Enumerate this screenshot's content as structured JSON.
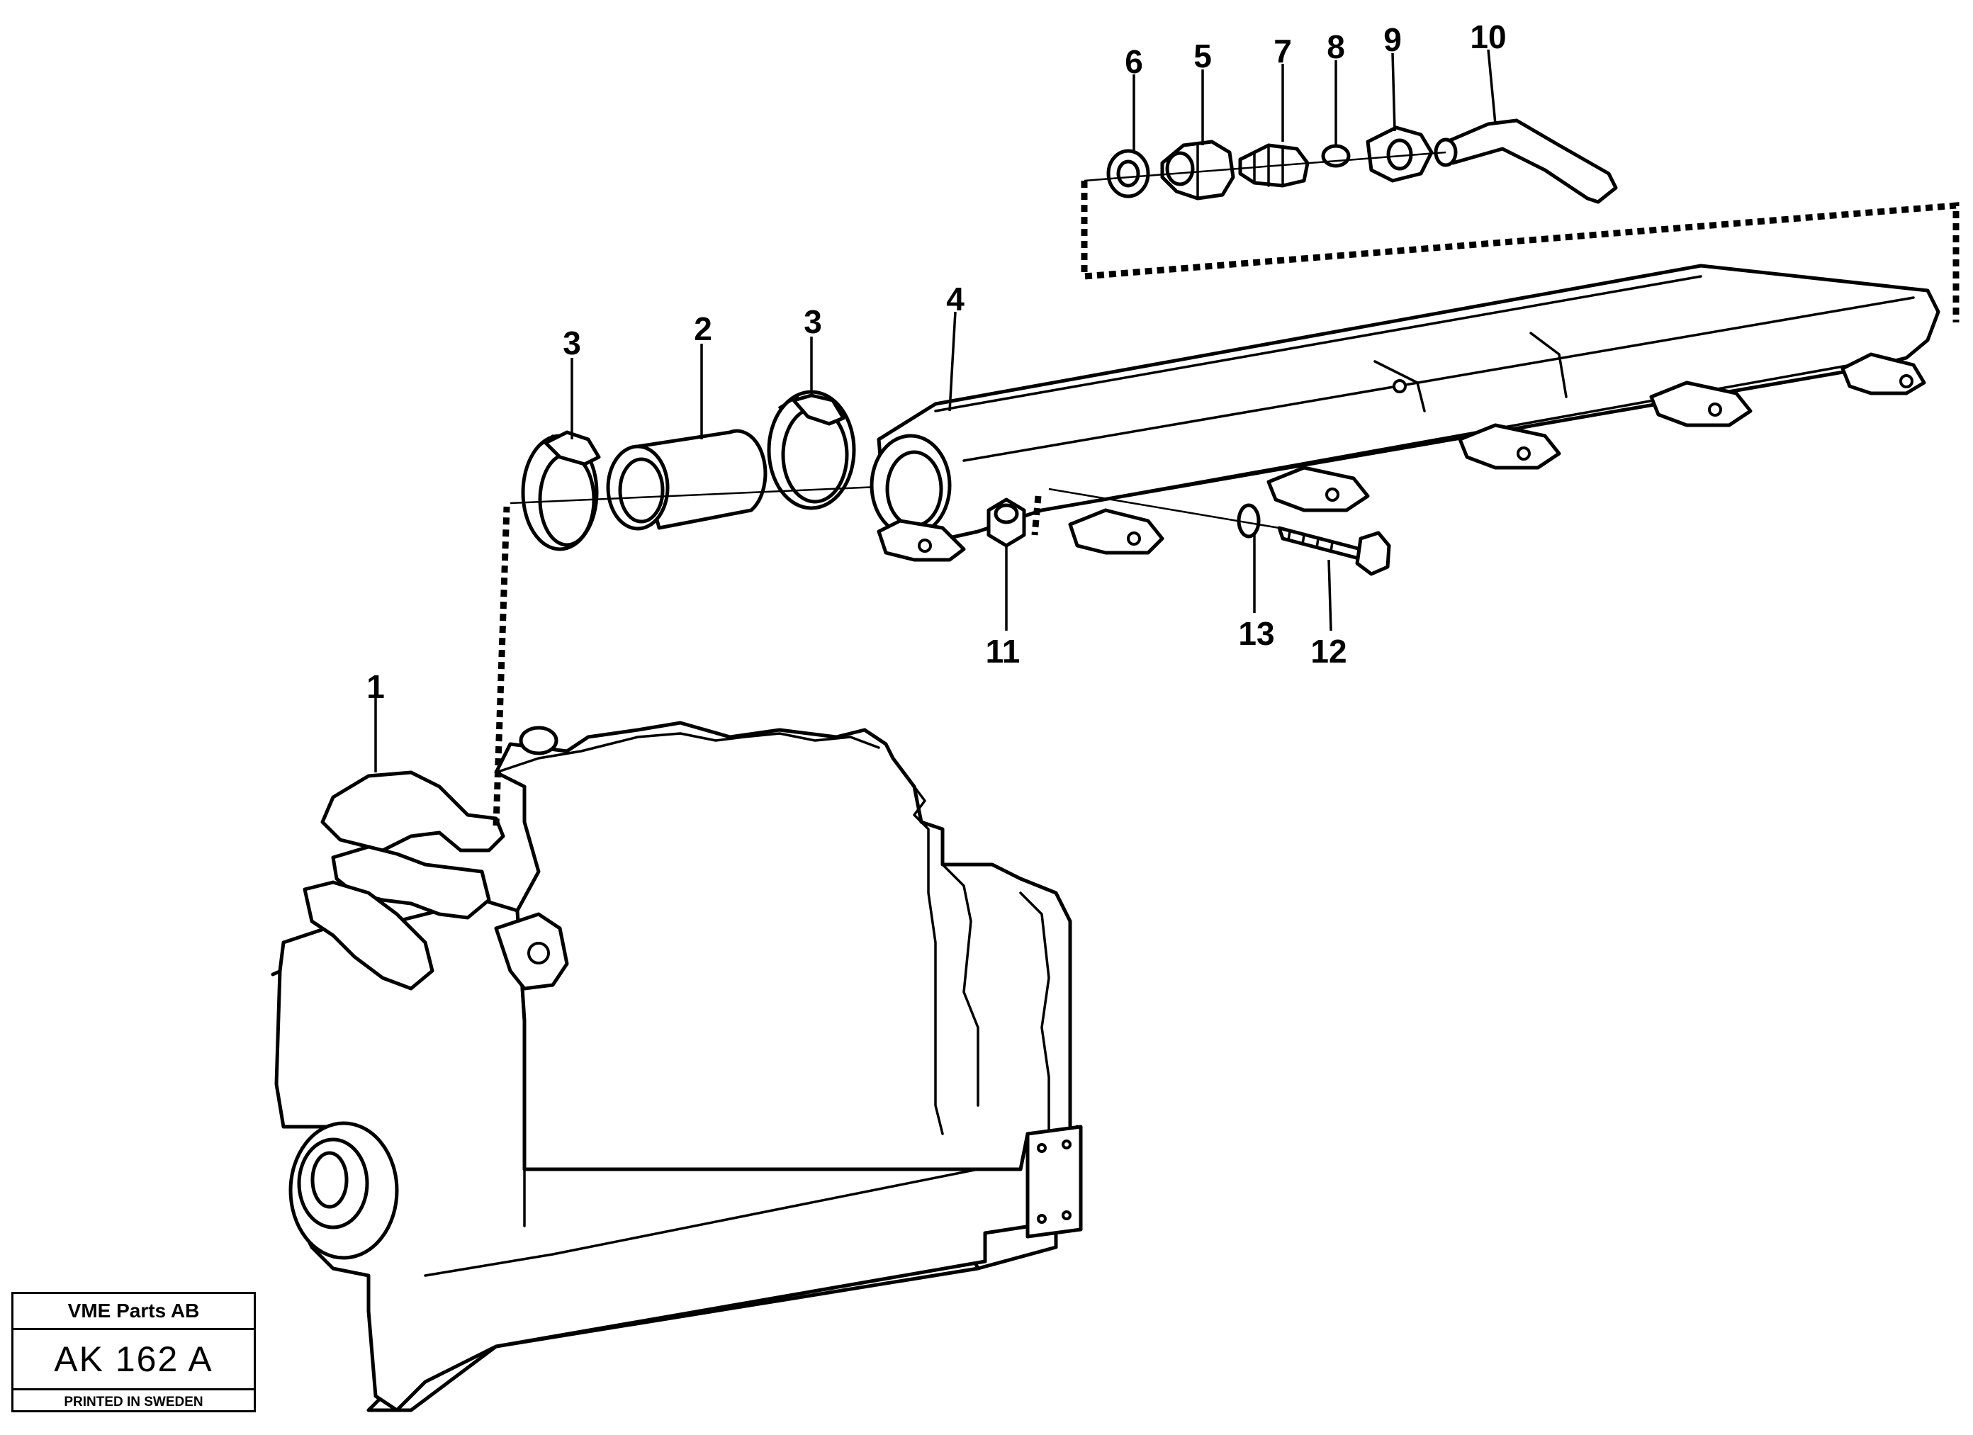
{
  "callouts": [
    {
      "id": "1",
      "label": "1"
    },
    {
      "id": "2",
      "label": "2"
    },
    {
      "id": "3a",
      "label": "3"
    },
    {
      "id": "3b",
      "label": "3"
    },
    {
      "id": "4",
      "label": "4"
    },
    {
      "id": "5",
      "label": "5"
    },
    {
      "id": "6",
      "label": "6"
    },
    {
      "id": "7",
      "label": "7"
    },
    {
      "id": "8",
      "label": "8"
    },
    {
      "id": "9",
      "label": "9"
    },
    {
      "id": "10",
      "label": "10"
    },
    {
      "id": "11",
      "label": "11"
    },
    {
      "id": "12",
      "label": "12"
    },
    {
      "id": "13",
      "label": "13"
    }
  ],
  "stamp": {
    "company": "VME Parts AB",
    "code": "AK 162 A",
    "printed": "PRINTED IN SWEDEN"
  }
}
